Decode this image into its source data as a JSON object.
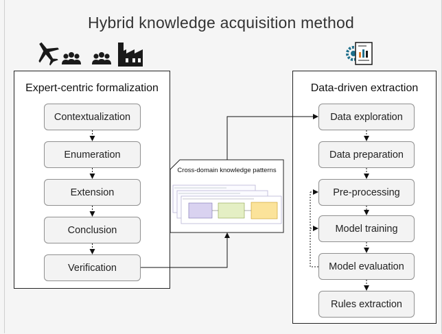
{
  "title": "Hybrid knowledge acquisition method",
  "left_panel": {
    "title": "Expert-centric formalization",
    "steps": [
      "Contextualization",
      "Enumeration",
      "Extension",
      "Conclusion",
      "Verification"
    ]
  },
  "right_panel": {
    "title": "Data-driven extraction",
    "steps": [
      "Data exploration",
      "Data preparation",
      "Pre-processing",
      "Model training",
      "Model evaluation",
      "Rules extraction"
    ]
  },
  "center_card": {
    "title": "Cross-domain knowledge patterns"
  },
  "icons": {
    "left": [
      "airplane-icon",
      "group-icon",
      "group-icon",
      "factory-icon"
    ],
    "right": "data-report-gear-icon"
  },
  "colors": {
    "step_fill": "#f3f3f3",
    "step_border": "#8f8f8f",
    "panel_border": "#222222",
    "arrow": "#111111",
    "icon_dark": "#1a1a1a",
    "icon_blue": "#1f6f8b",
    "icon_orange": "#e07b27",
    "diagram_lilac": "#d9d2f0",
    "diagram_green": "#e4efc4",
    "diagram_yellow": "#fbe39a"
  }
}
